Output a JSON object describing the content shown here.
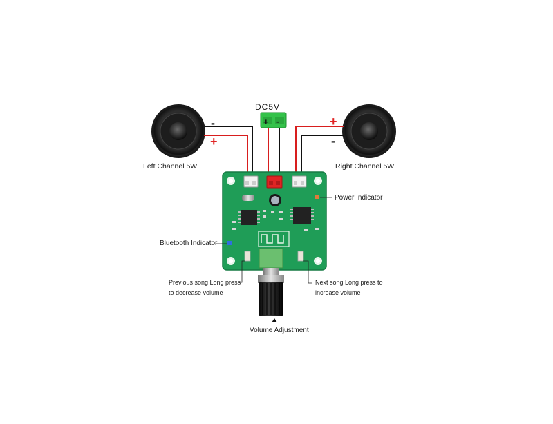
{
  "power": {
    "label": "DC5V",
    "plus": "+",
    "minus": "-"
  },
  "speakers": {
    "left": {
      "label": "Left Channel 5W",
      "plus": "+",
      "minus": "-"
    },
    "right": {
      "label": "Right Channel 5W",
      "plus": "+",
      "minus": "-"
    }
  },
  "annotations": {
    "power_indicator": "Power Indicator",
    "bluetooth_indicator": "Bluetooth Indicator",
    "prev_song_line1": "Previous song Long press",
    "prev_song_line2": "to decrease volume",
    "next_song_line1": "Next song Long press to",
    "next_song_line2": "increase volume",
    "volume_adjustment": "Volume Adjustment"
  },
  "colors": {
    "board": "#1f9d57",
    "board_silk": "#e8f5ec",
    "wire_red": "#d81e1e",
    "wire_black": "#111111",
    "terminal_green": "#34c24a",
    "connector_red": "#e02424",
    "sign_red": "#e02424"
  }
}
